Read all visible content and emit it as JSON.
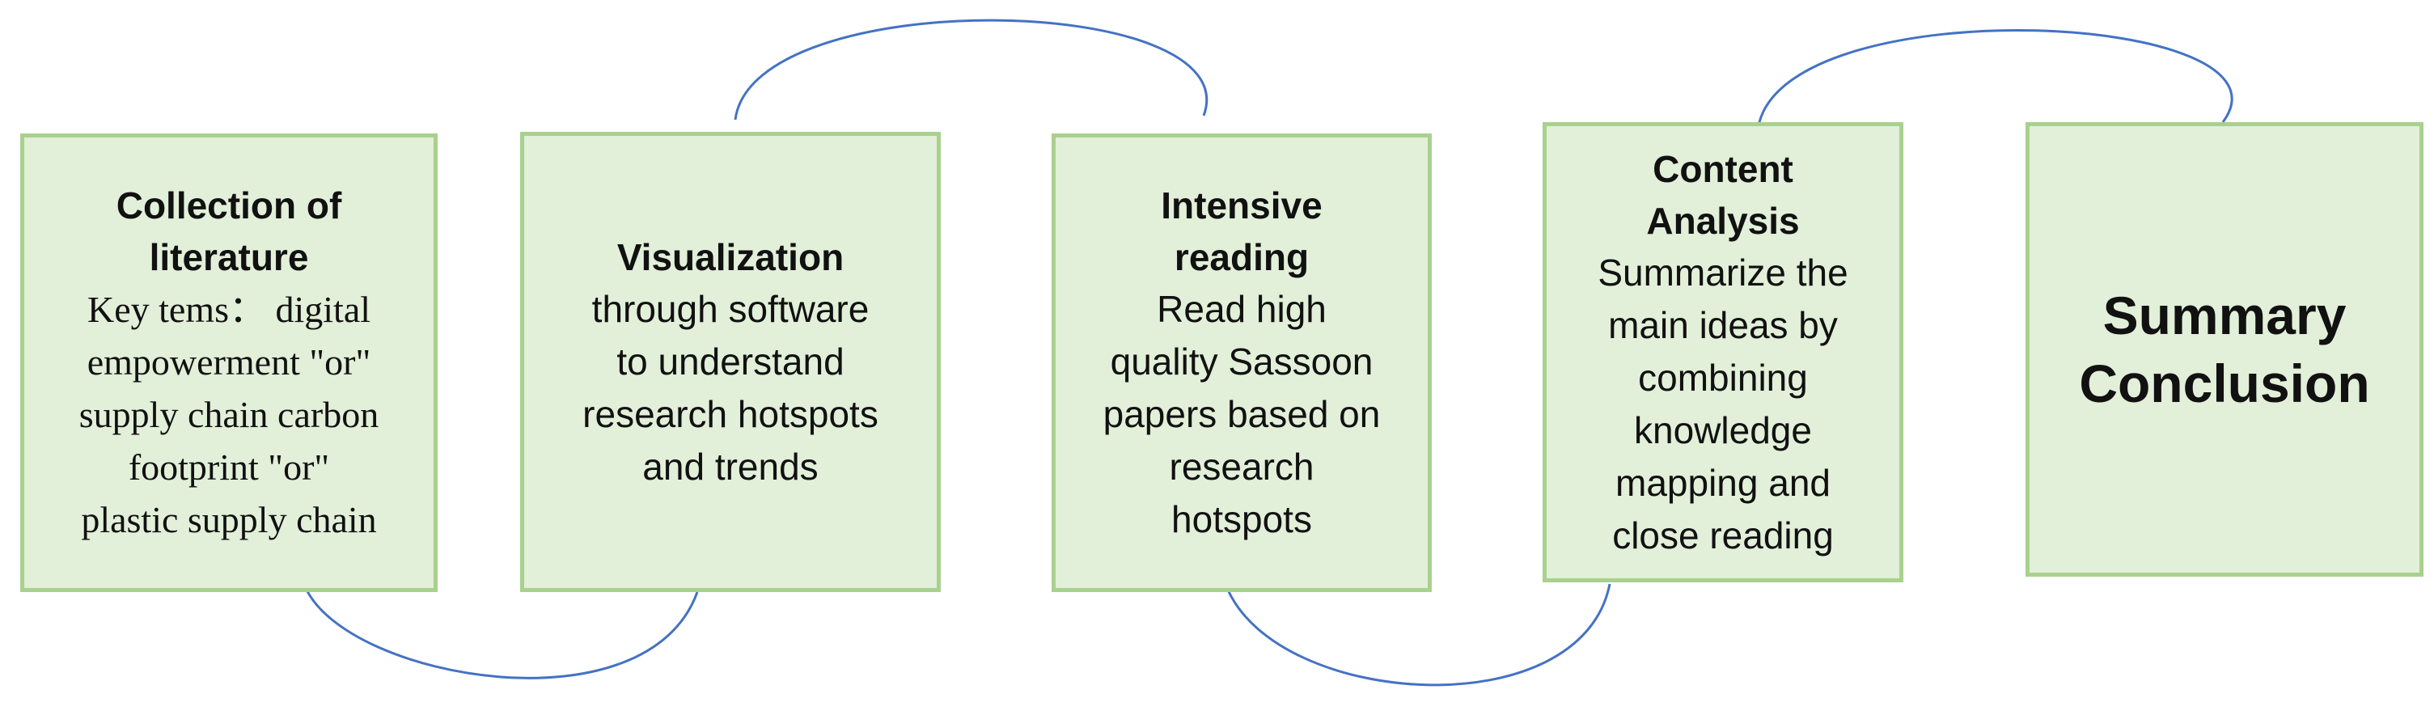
{
  "colors": {
    "box_fill": "#e2efd9",
    "box_border": "#a9d18e",
    "connector": "#4472c4"
  },
  "steps": [
    {
      "title": "Collection of literature",
      "lines": [
        "Key tems：  digital",
        "empowerment \"or\"",
        "supply chain carbon",
        "footprint \"or\"",
        "plastic supply chain"
      ]
    },
    {
      "title": "Visualization",
      "lines": [
        "through software",
        "to understand",
        "research hotspots",
        "and trends"
      ]
    },
    {
      "title": "Intensive reading",
      "lines": [
        "Read high",
        "quality Sassoon",
        "papers based on",
        "research",
        "hotspots"
      ]
    },
    {
      "title": "Content Analysis",
      "lines": [
        "Summarize the",
        "main ideas by",
        "combining",
        "knowledge",
        "mapping and",
        "close reading"
      ]
    },
    {
      "title": "Summary Conclusion"
    }
  ]
}
